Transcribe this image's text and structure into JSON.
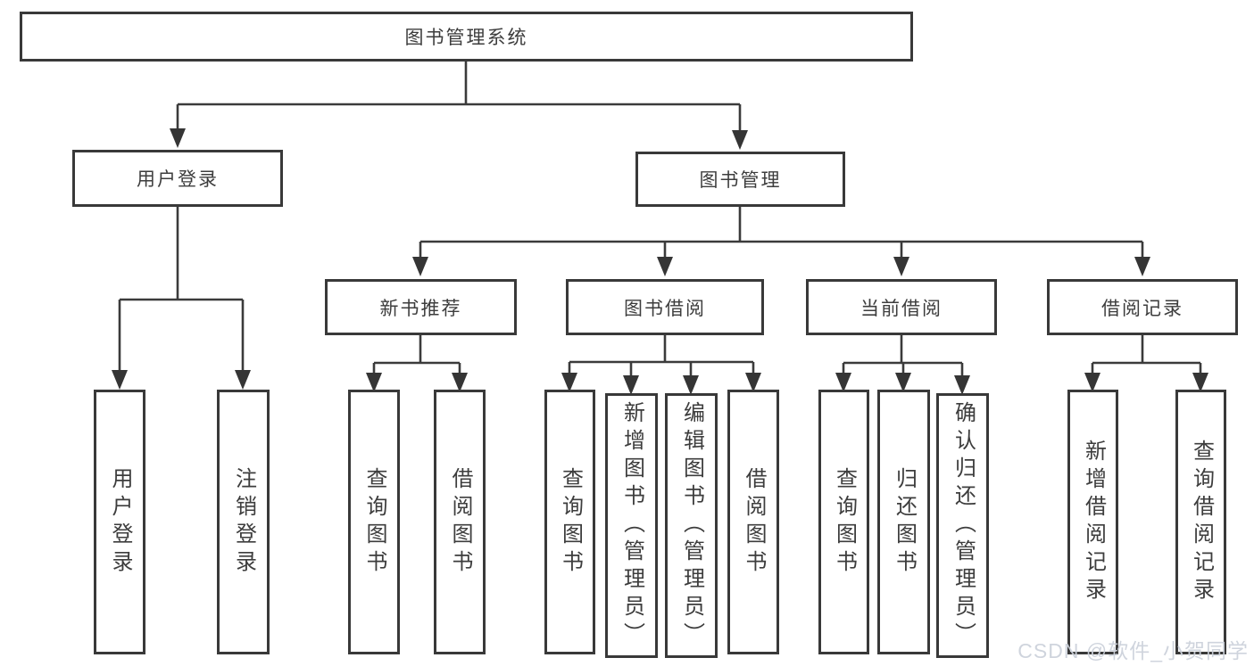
{
  "diagram": {
    "title": "图书管理系统",
    "watermark": "CSDN @软件_小贺同学",
    "colors": {
      "line": "#3b3b3b",
      "box_border": "#393939",
      "text": "#3d3d3d",
      "background": "#ffffff",
      "watermark": "#cbd0da"
    },
    "root": {
      "label": "图书管理系统",
      "children": [
        {
          "label": "用户登录",
          "children": [
            {
              "label": "用户登录"
            },
            {
              "label": "注销登录"
            }
          ]
        },
        {
          "label": "图书管理",
          "children": [
            {
              "label": "新书推荐",
              "children": [
                {
                  "label": "查询图书"
                },
                {
                  "label": "借阅图书"
                }
              ]
            },
            {
              "label": "图书借阅",
              "children": [
                {
                  "label": "查询图书"
                },
                {
                  "label": "新增图书（管理员）"
                },
                {
                  "label": "编辑图书（管理员）"
                },
                {
                  "label": "借阅图书"
                }
              ]
            },
            {
              "label": "当前借阅",
              "children": [
                {
                  "label": "查询图书"
                },
                {
                  "label": "归还图书"
                },
                {
                  "label": "确认归还（管理员）"
                }
              ]
            },
            {
              "label": "借阅记录",
              "children": [
                {
                  "label": "新增借阅记录"
                },
                {
                  "label": "查询借阅记录"
                }
              ]
            }
          ]
        }
      ]
    }
  }
}
